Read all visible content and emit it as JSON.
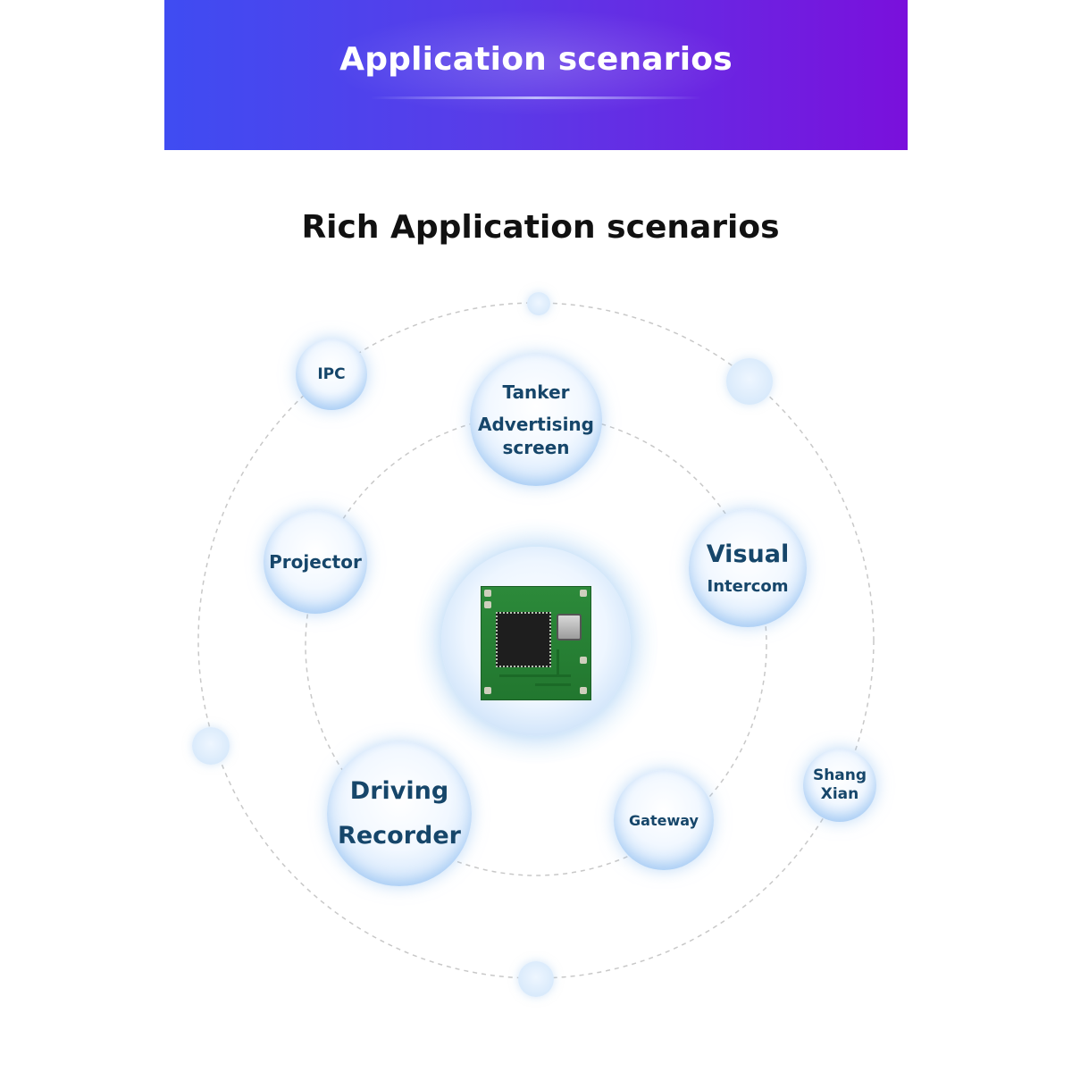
{
  "header": {
    "title": "Application scenarios"
  },
  "section": {
    "title": "Rich Application scenarios"
  },
  "scenarios": {
    "ipc": "IPC",
    "tanker_line1": "Tanker",
    "tanker_line2": "Advertising",
    "tanker_line3": "screen",
    "projector": "Projector",
    "visual_line1": "Visual",
    "visual_line2": "Intercom",
    "driving_line1": "Driving",
    "driving_line2": "Recorder",
    "gateway": "Gateway",
    "shang_line1": "Shang",
    "shang_line2": "Xian"
  },
  "colors": {
    "banner_start": "#3f4cf2",
    "banner_end": "#7a10dc",
    "bubble_text": "#16466a",
    "orbit_line": "#c8c8c8",
    "pcb_green": "#2c8a3a"
  }
}
